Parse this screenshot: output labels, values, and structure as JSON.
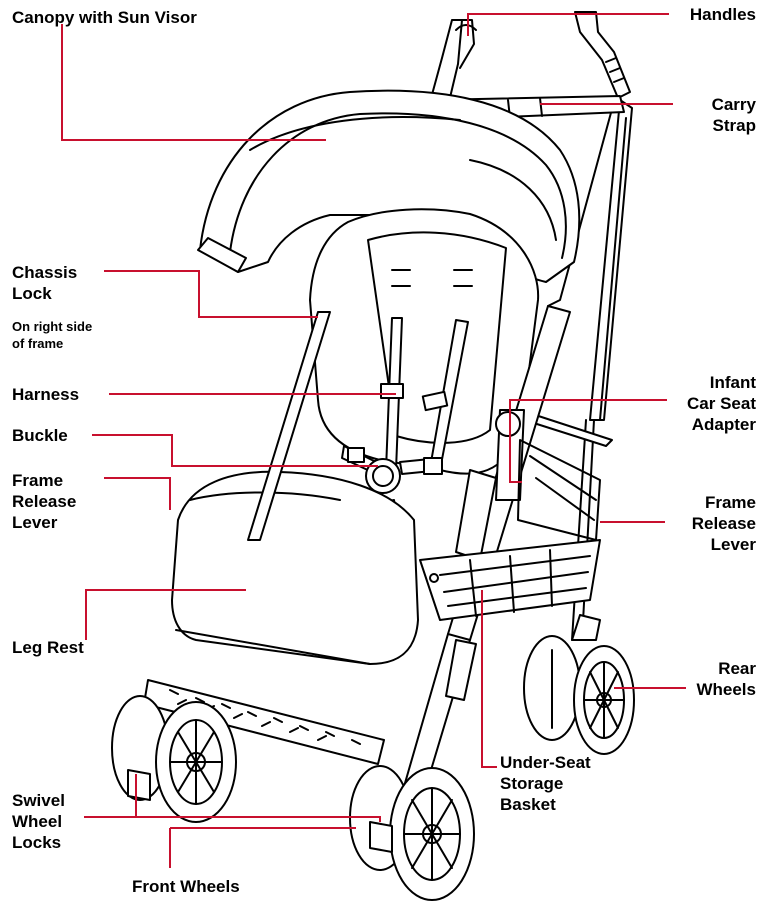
{
  "diagram": {
    "leader_color": "#c8102e",
    "line_color": "#000000",
    "labels": {
      "canopy": "Canopy with Sun Visor",
      "handles": "Handles",
      "carry_strap": [
        "Carry",
        "Strap"
      ],
      "chassis_lock": [
        "Chassis",
        "Lock"
      ],
      "chassis_lock_note": [
        "On right side",
        "of frame"
      ],
      "harness": "Harness",
      "infant_adapter": [
        "Infant",
        "Car Seat",
        "Adapter"
      ],
      "buckle": "Buckle",
      "frame_release_left": [
        "Frame",
        "Release",
        "Lever"
      ],
      "frame_release_right": [
        "Frame",
        "Release",
        "Lever"
      ],
      "leg_rest": "Leg Rest",
      "rear_wheels": [
        "Rear",
        "Wheels"
      ],
      "basket": [
        "Under-Seat",
        "Storage",
        "Basket"
      ],
      "swivel_locks": [
        "Swivel",
        "Wheel",
        "Locks"
      ],
      "front_wheels": "Front Wheels"
    }
  }
}
